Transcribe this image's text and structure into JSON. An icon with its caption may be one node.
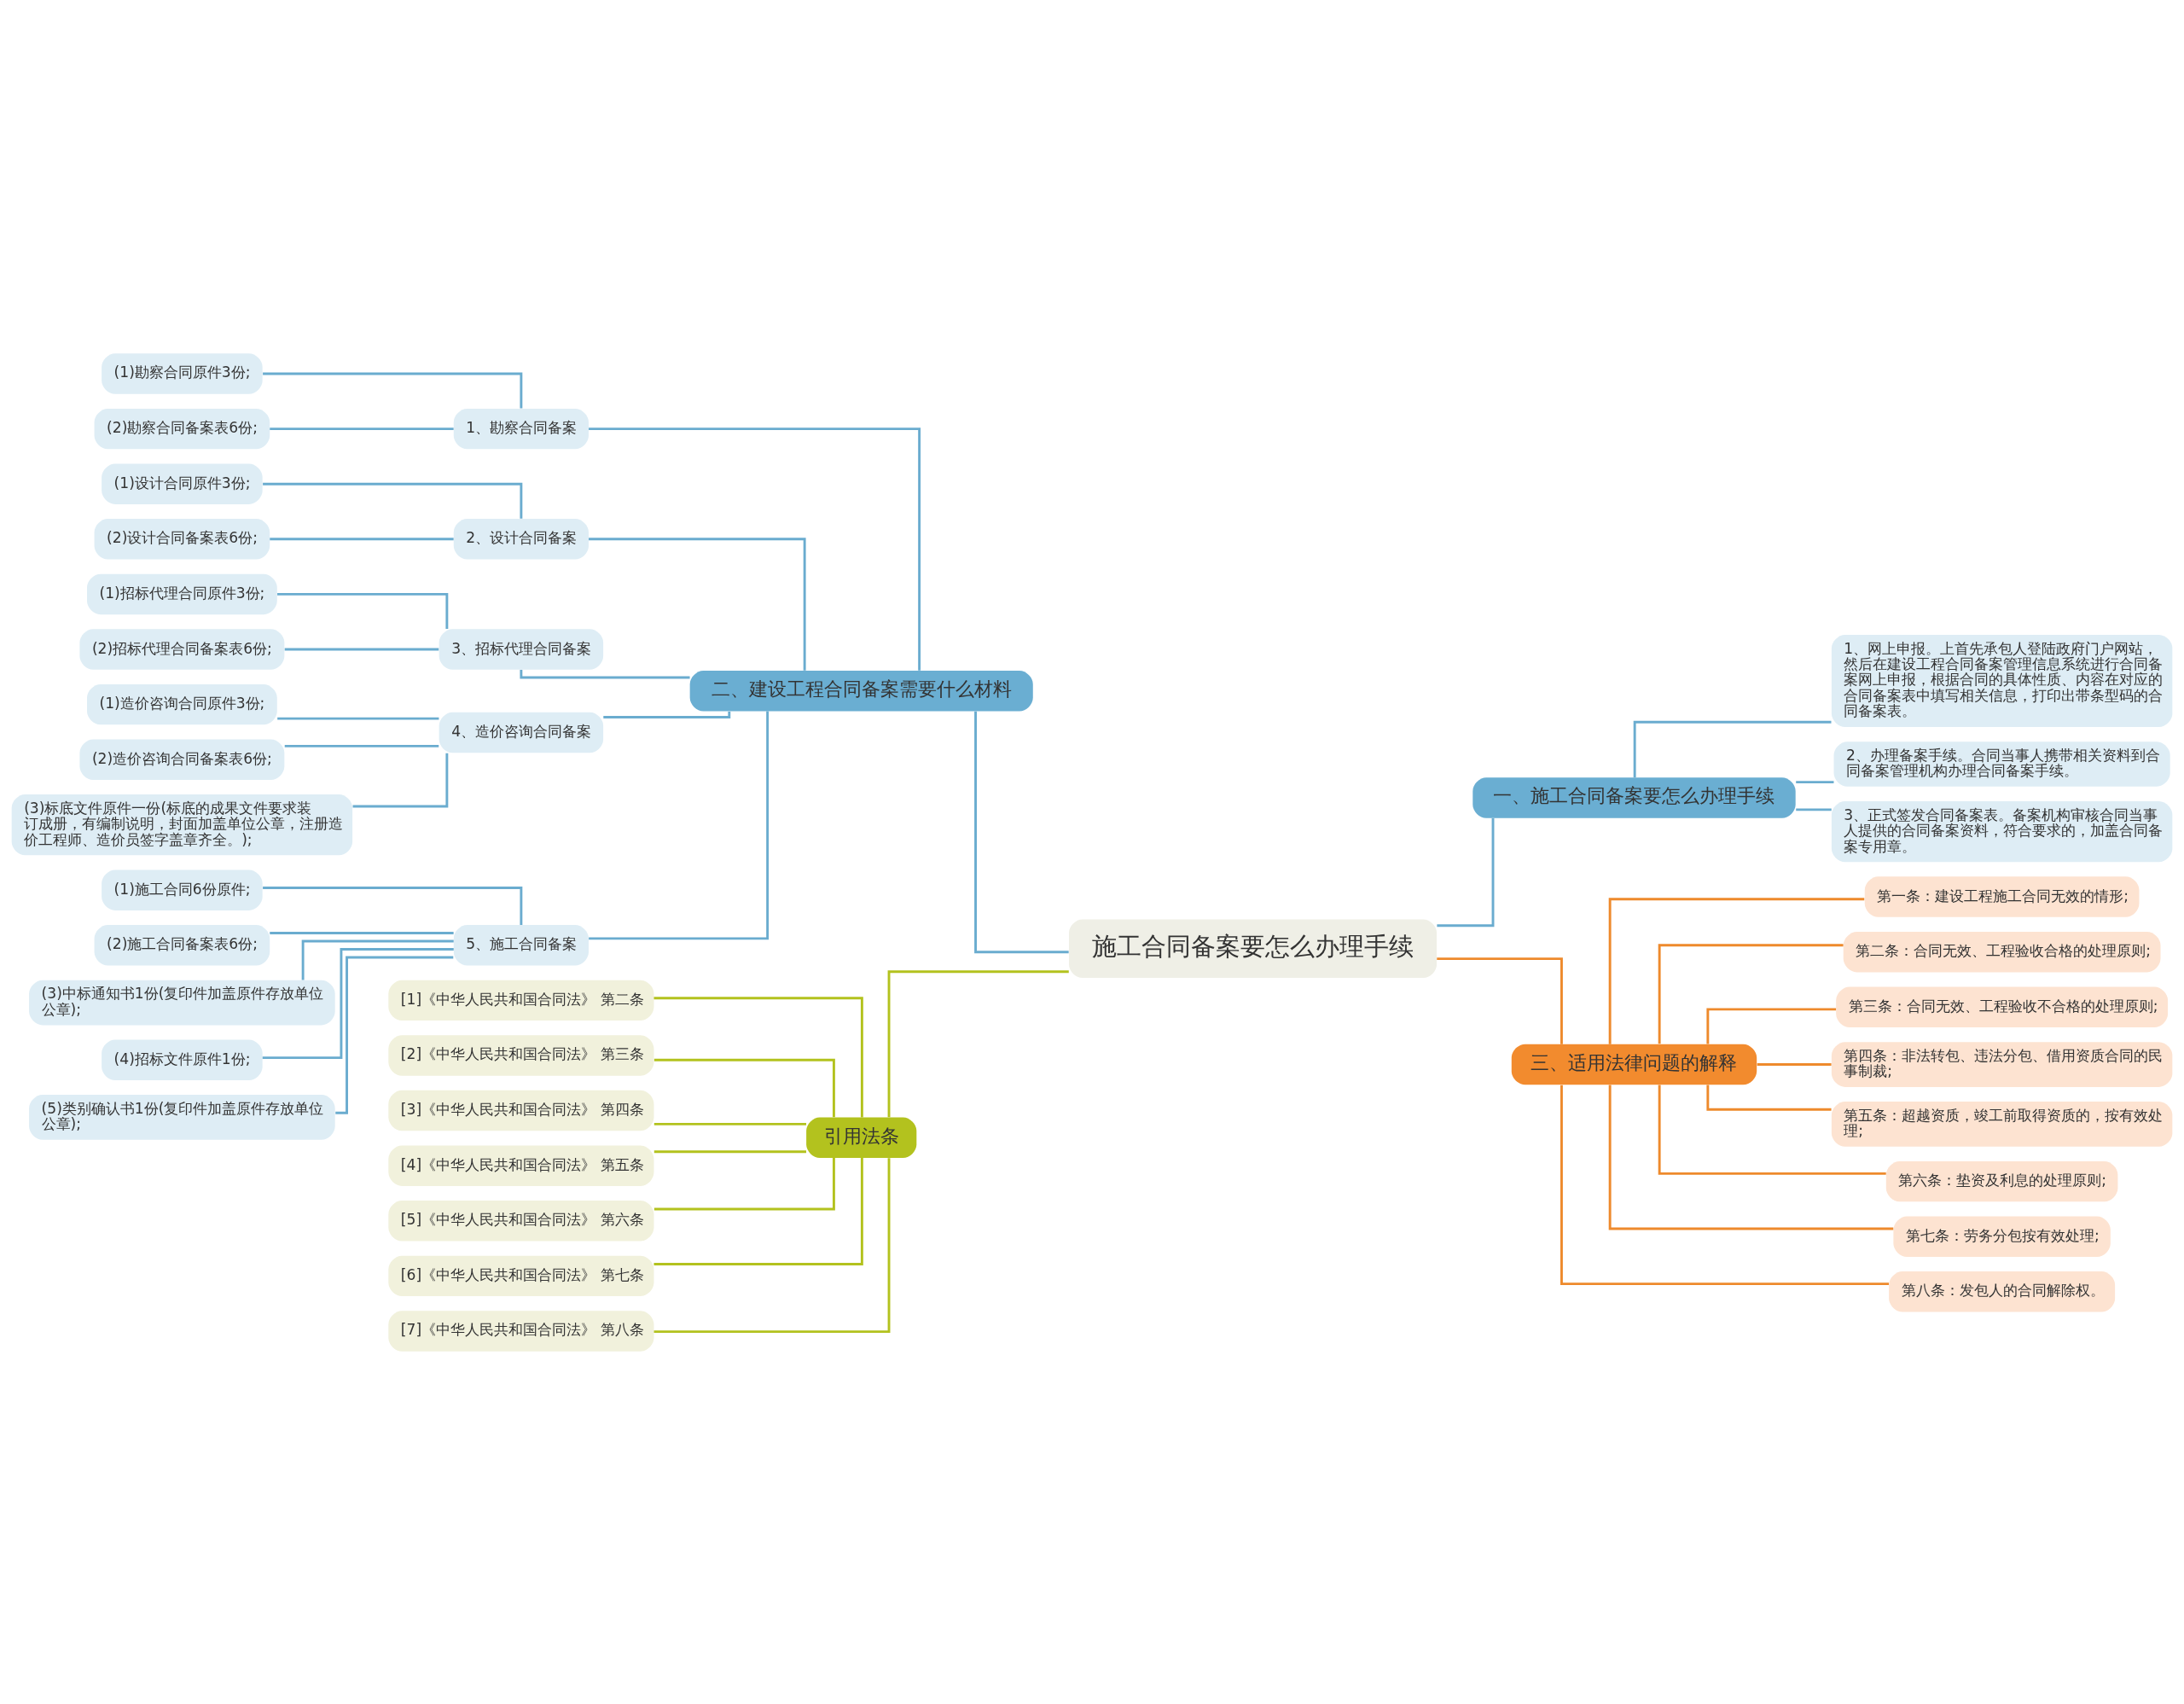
{
  "diagram": {
    "nodes": [
      {
        "text": [
          "施工合同备案要怎么办理手续"
        ]
      },
      {
        "text": [
          "一、施工合同备案要怎么办理手续"
        ]
      },
      {
        "text": [
          "1、网上申报。上首先承包人登陆政府门户网站，然后在建设工程合同备案管理信息系统进行合同备案网上申报，根据合同的具体性质、内容在对应的合同备案表中填写相关信息，打印出带条型码的合同备案表。"
        ]
      },
      {
        "text": [
          "2、办理备案手续。合同当事人携带相关资料到合同备案管理机构办理合同备案手续。"
        ]
      },
      {
        "text": [
          "3、正式签发合同备案表。备案机构审核合同当事人提供的合同备案资料，符合要求的，加盖合同备案专用章。"
        ]
      },
      {
        "text": [
          "三、适用法律问题的解释"
        ]
      },
      {
        "text": [
          "第一条：建设工程施工合同无效的情形;"
        ]
      },
      {
        "text": [
          "第二条：合同无效、工程验收合格的处理原则;"
        ]
      },
      {
        "text": [
          "第三条：合同无效、工程验收不合格的处理原则;"
        ]
      },
      {
        "text": [
          "第四条：非法转包、违法分包、借用资质合同的民事制裁;"
        ]
      },
      {
        "text": [
          "第五条：超越资质，竣工前取得资质的，按有效处理;"
        ]
      },
      {
        "text": [
          "第六条：垫资及利息的处理原则;"
        ]
      },
      {
        "text": [
          "第七条：劳务分包按有效处理;"
        ]
      },
      {
        "text": [
          "第八条：发包人的合同解除权。"
        ]
      },
      {
        "text": [
          "二、建设工程合同备案需要什么材料"
        ]
      },
      {
        "text": [
          "1、勘察合同备案"
        ]
      },
      {
        "text": [
          "(1)勘察合同原件3份;"
        ]
      },
      {
        "text": [
          "(2)勘察合同备案表6份;"
        ]
      },
      {
        "text": [
          "2、设计合同备案"
        ]
      },
      {
        "text": [
          "(1)设计合同原件3份;"
        ]
      },
      {
        "text": [
          "(2)设计合同备案表6份;"
        ]
      },
      {
        "text": [
          "3、招标代理合同备案"
        ]
      },
      {
        "text": [
          "(1)招标代理合同原件3份;"
        ]
      },
      {
        "text": [
          "(2)招标代理合同备案表6份;"
        ]
      },
      {
        "text": [
          "4、造价咨询合同备案"
        ]
      },
      {
        "text": [
          "(1)造价咨询合同原件3份;"
        ]
      },
      {
        "text": [
          "(2)造价咨询合同备案表6份;"
        ]
      },
      {
        "text": [
          "(3)标底文件原件一份(标底的成果文件要求装订成册，有编制说明，封面加盖单位公章，注册造价工程师、造价员签字盖章齐全。);"
        ]
      },
      {
        "text": [
          "5、施工合同备案"
        ]
      },
      {
        "text": [
          "(1)施工合同6份原件;"
        ]
      },
      {
        "text": [
          "(2)施工合同备案表6份;"
        ]
      },
      {
        "text": [
          "(3)中标通知书1份(复印件加盖原件存放单位公章);"
        ]
      },
      {
        "text": [
          "(4)招标文件原件1份;"
        ]
      },
      {
        "text": [
          "(5)类别确认书1份(复印件加盖原件存放单位公章);"
        ]
      },
      {
        "text": [
          "引用法条"
        ]
      },
      {
        "text": [
          "[1]《中华人民共和国合同法》 第二条"
        ]
      },
      {
        "text": [
          "[2]《中华人民共和国合同法》 第三条"
        ]
      },
      {
        "text": [
          "[3]《中华人民共和国合同法》 第四条"
        ]
      },
      {
        "text": [
          "[4]《中华人民共和国合同法》 第五条"
        ]
      },
      {
        "text": [
          "[5]《中华人民共和国合同法》 第六条"
        ]
      },
      {
        "text": [
          "[6]《中华人民共和国合同法》 第七条"
        ]
      },
      {
        "text": [
          "[7]《中华人民共和国合同法》 第八条"
        ]
      }
    ],
    "edges": [
      {
        "from": 0,
        "to": 1,
        "arrow": "none"
      },
      {
        "from": 1,
        "to": 2,
        "arrow": "none"
      },
      {
        "from": 1,
        "to": 3,
        "arrow": "none"
      },
      {
        "from": 1,
        "to": 4,
        "arrow": "none"
      },
      {
        "from": 0,
        "to": 5,
        "arrow": "none",
        "color": "#ee8a2c"
      },
      {
        "from": 5,
        "to": 6,
        "arrow": "none",
        "color": "#ee8a2c"
      },
      {
        "from": 5,
        "to": 7,
        "arrow": "none",
        "color": "#ee8a2c"
      },
      {
        "from": 5,
        "to": 8,
        "arrow": "none",
        "color": "#ee8a2c"
      },
      {
        "from": 5,
        "to": 9,
        "arrow": "none",
        "color": "#ee8a2c"
      },
      {
        "from": 5,
        "to": 10,
        "arrow": "none",
        "color": "#ee8a2c"
      },
      {
        "from": 5,
        "to": 11,
        "arrow": "none",
        "color": "#ee8a2c"
      },
      {
        "from": 5,
        "to": 12,
        "arrow": "none",
        "color": "#ee8a2c"
      },
      {
        "from": 5,
        "to": 13,
        "arrow": "none",
        "color": "#ee8a2c"
      },
      {
        "from": 0,
        "to": 14,
        "arrow": "none"
      },
      {
        "from": 14,
        "to": 15,
        "arrow": "none"
      },
      {
        "from": 15,
        "to": 16,
        "arrow": "none"
      },
      {
        "from": 15,
        "to": 17,
        "arrow": "none"
      },
      {
        "from": 14,
        "to": 18,
        "arrow": "none"
      },
      {
        "from": 18,
        "to": 19,
        "arrow": "none"
      },
      {
        "from": 18,
        "to": 20,
        "arrow": "none"
      },
      {
        "from": 14,
        "to": 21,
        "arrow": "none"
      },
      {
        "from": 21,
        "to": 22,
        "arrow": "none"
      },
      {
        "from": 21,
        "to": 23,
        "arrow": "none"
      },
      {
        "from": 14,
        "to": 24,
        "arrow": "none"
      },
      {
        "from": 24,
        "to": 25,
        "arrow": "none"
      },
      {
        "from": 24,
        "to": 26,
        "arrow": "none"
      },
      {
        "from": 24,
        "to": 27,
        "arrow": "none"
      },
      {
        "from": 14,
        "to": 28,
        "arrow": "none"
      },
      {
        "from": 28,
        "to": 29,
        "arrow": "none"
      },
      {
        "from": 28,
        "to": 30,
        "arrow": "none"
      },
      {
        "from": 28,
        "to": 31,
        "arrow": "none"
      },
      {
        "from": 28,
        "to": 32,
        "arrow": "none"
      },
      {
        "from": 28,
        "to": 33,
        "arrow": "none"
      },
      {
        "from": 0,
        "to": 34,
        "arrow": "none",
        "color": "#b3c21e"
      },
      {
        "from": 34,
        "to": 35,
        "arrow": "none",
        "color": "#b3c21e"
      },
      {
        "from": 34,
        "to": 36,
        "arrow": "none",
        "color": "#b3c21e"
      },
      {
        "from": 34,
        "to": 37,
        "arrow": "none",
        "color": "#b3c21e"
      },
      {
        "from": 34,
        "to": 38,
        "arrow": "none",
        "color": "#b3c21e"
      },
      {
        "from": 34,
        "to": 39,
        "arrow": "none",
        "color": "#b3c21e"
      },
      {
        "from": 34,
        "to": 40,
        "arrow": "none",
        "color": "#b3c21e"
      },
      {
        "from": 34,
        "to": 41,
        "arrow": "none",
        "color": "#b3c21e"
      }
    ]
  }
}
